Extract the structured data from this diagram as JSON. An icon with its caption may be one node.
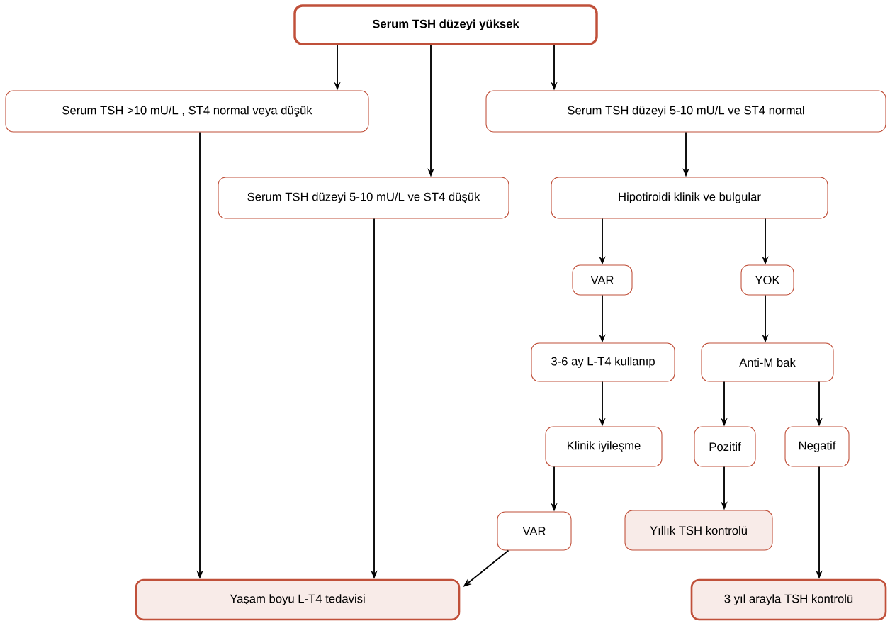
{
  "diagram": {
    "nodes": [
      {
        "text": [
          "Serum TSH düzeyi yüksek"
        ]
      },
      {
        "text": [
          "Serum TSH >10 mU/L , ST4 normal veya düşük"
        ]
      },
      {
        "text": [
          "Serum TSH düzeyi 5-10 mU/L ve ST4 normal"
        ]
      },
      {
        "text": [
          "Serum TSH düzeyi 5-10 mU/L ve ST4 düşük"
        ]
      },
      {
        "text": [
          "Hipotiroidi klinik ve bulgular"
        ]
      },
      {
        "text": [
          "VAR"
        ]
      },
      {
        "text": [
          "YOK"
        ]
      },
      {
        "text": [
          "3-6 ay L-T4 kullanıp"
        ]
      },
      {
        "text": [
          "Anti-M bak"
        ]
      },
      {
        "text": [
          "Klinik iyileşme"
        ]
      },
      {
        "text": [
          "Pozitif"
        ]
      },
      {
        "text": [
          "Negatif"
        ]
      },
      {
        "text": [
          "VAR"
        ]
      },
      {
        "text": [
          "Yıllık TSH kontrolü"
        ]
      },
      {
        "text": [
          "Yaşam boyu L-T4 tedavisi"
        ]
      },
      {
        "text": [
          "3 yıl arayla TSH kontrolü"
        ]
      }
    ],
    "edges": [
      {
        "from": 0,
        "to": 1,
        "arrow": "to"
      },
      {
        "from": 0,
        "to": 3,
        "arrow": "to"
      },
      {
        "from": 0,
        "to": 2,
        "arrow": "to"
      },
      {
        "from": 1,
        "to": 14,
        "arrow": "to"
      },
      {
        "from": 3,
        "to": 14,
        "arrow": "to"
      },
      {
        "from": 2,
        "to": 4,
        "arrow": "to"
      },
      {
        "from": 4,
        "to": 5,
        "arrow": "to"
      },
      {
        "from": 4,
        "to": 6,
        "arrow": "to"
      },
      {
        "from": 5,
        "to": 7,
        "arrow": "to"
      },
      {
        "from": 6,
        "to": 8,
        "arrow": "to"
      },
      {
        "from": 7,
        "to": 9,
        "arrow": "to"
      },
      {
        "from": 8,
        "to": 10,
        "arrow": "to"
      },
      {
        "from": 8,
        "to": 11,
        "arrow": "to"
      },
      {
        "from": 9,
        "to": 12,
        "arrow": "to"
      },
      {
        "from": 10,
        "to": 13,
        "arrow": "to"
      },
      {
        "from": 11,
        "to": 15,
        "arrow": "to"
      },
      {
        "from": 12,
        "to": 14,
        "arrow": "to"
      }
    ]
  }
}
